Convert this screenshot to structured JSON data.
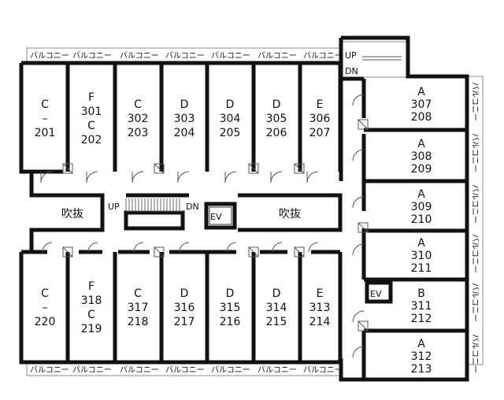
{
  "balcony_label": "バルコニー",
  "void_label": "吹抜",
  "elevator_label": "EV",
  "stair_up": "UP",
  "stair_down": "DN",
  "top_units": [
    {
      "lines": [
        "C",
        "–",
        "201"
      ]
    },
    {
      "lines": [
        "F",
        "301",
        "C",
        "202"
      ]
    },
    {
      "lines": [
        "C",
        "302",
        "203"
      ]
    },
    {
      "lines": [
        "D",
        "303",
        "204"
      ]
    },
    {
      "lines": [
        "D",
        "304",
        "205"
      ]
    },
    {
      "lines": [
        "D",
        "305",
        "206"
      ]
    },
    {
      "lines": [
        "E",
        "306",
        "207"
      ]
    }
  ],
  "bottom_units": [
    {
      "lines": [
        "C",
        "–",
        "220"
      ]
    },
    {
      "lines": [
        "F",
        "318",
        "C",
        "219"
      ]
    },
    {
      "lines": [
        "C",
        "317",
        "218"
      ]
    },
    {
      "lines": [
        "D",
        "316",
        "217"
      ]
    },
    {
      "lines": [
        "D",
        "315",
        "216"
      ]
    },
    {
      "lines": [
        "D",
        "314",
        "215"
      ]
    },
    {
      "lines": [
        "E",
        "313",
        "214"
      ]
    }
  ],
  "right_units": [
    {
      "lines": [
        "A",
        "307",
        "208"
      ]
    },
    {
      "lines": [
        "A",
        "308",
        "209"
      ]
    },
    {
      "lines": [
        "A",
        "309",
        "210"
      ]
    },
    {
      "lines": [
        "A",
        "310",
        "211"
      ]
    },
    {
      "lines": [
        "B",
        "311",
        "212"
      ]
    },
    {
      "lines": [
        "A",
        "312",
        "213"
      ]
    }
  ]
}
